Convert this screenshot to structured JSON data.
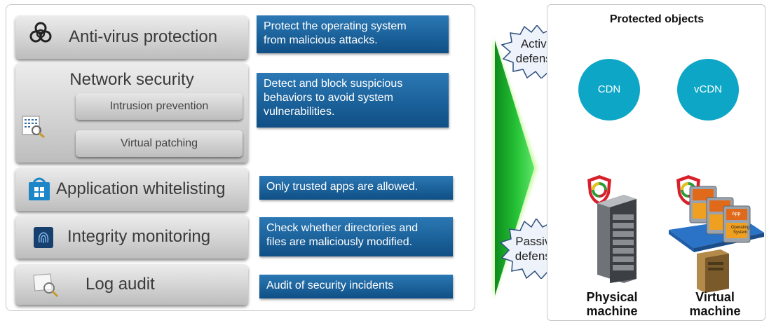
{
  "features": {
    "antivirus": {
      "label": "Anti-virus protection",
      "icon": "biohazard-icon"
    },
    "network": {
      "label": "Network security",
      "icon": "document-magnifier-icon",
      "sub_items": [
        "Intrusion prevention",
        "Virtual patching"
      ]
    },
    "whitelisting": {
      "label": "Application whitelisting",
      "icon": "store-bag-icon"
    },
    "integrity": {
      "label": "Integrity monitoring",
      "icon": "fingerprint-icon"
    },
    "log": {
      "label": "Log audit",
      "icon": "scroll-magnifier-icon"
    }
  },
  "descriptions": {
    "antivirus": [
      "Protect the operating system",
      "from malicious attacks."
    ],
    "network": [
      "Detect and block suspicious",
      "behaviors to avoid system",
      "vulnerabilities."
    ],
    "whitelisting": [
      "Only trusted apps are allowed."
    ],
    "integrity": [
      "Check whether directories and",
      "files are maliciously modified."
    ],
    "log": [
      "Audit of security incidents"
    ]
  },
  "defense": {
    "active": [
      "Active",
      "defense"
    ],
    "passive": [
      "Passive",
      "defense"
    ]
  },
  "protected": {
    "title": "Protected objects",
    "clouds": [
      "CDN",
      "vCDN"
    ],
    "machines": {
      "physical": [
        "Physical",
        "machine"
      ],
      "virtual": [
        "Virtual",
        "machine"
      ]
    },
    "vm_card_labels": [
      "App",
      "Operating",
      "System"
    ]
  },
  "colors": {
    "desc_box": "#1a5f9a",
    "arrow": "#19b82a",
    "cloud": "#0da6c6",
    "shield": "#d8202a"
  }
}
